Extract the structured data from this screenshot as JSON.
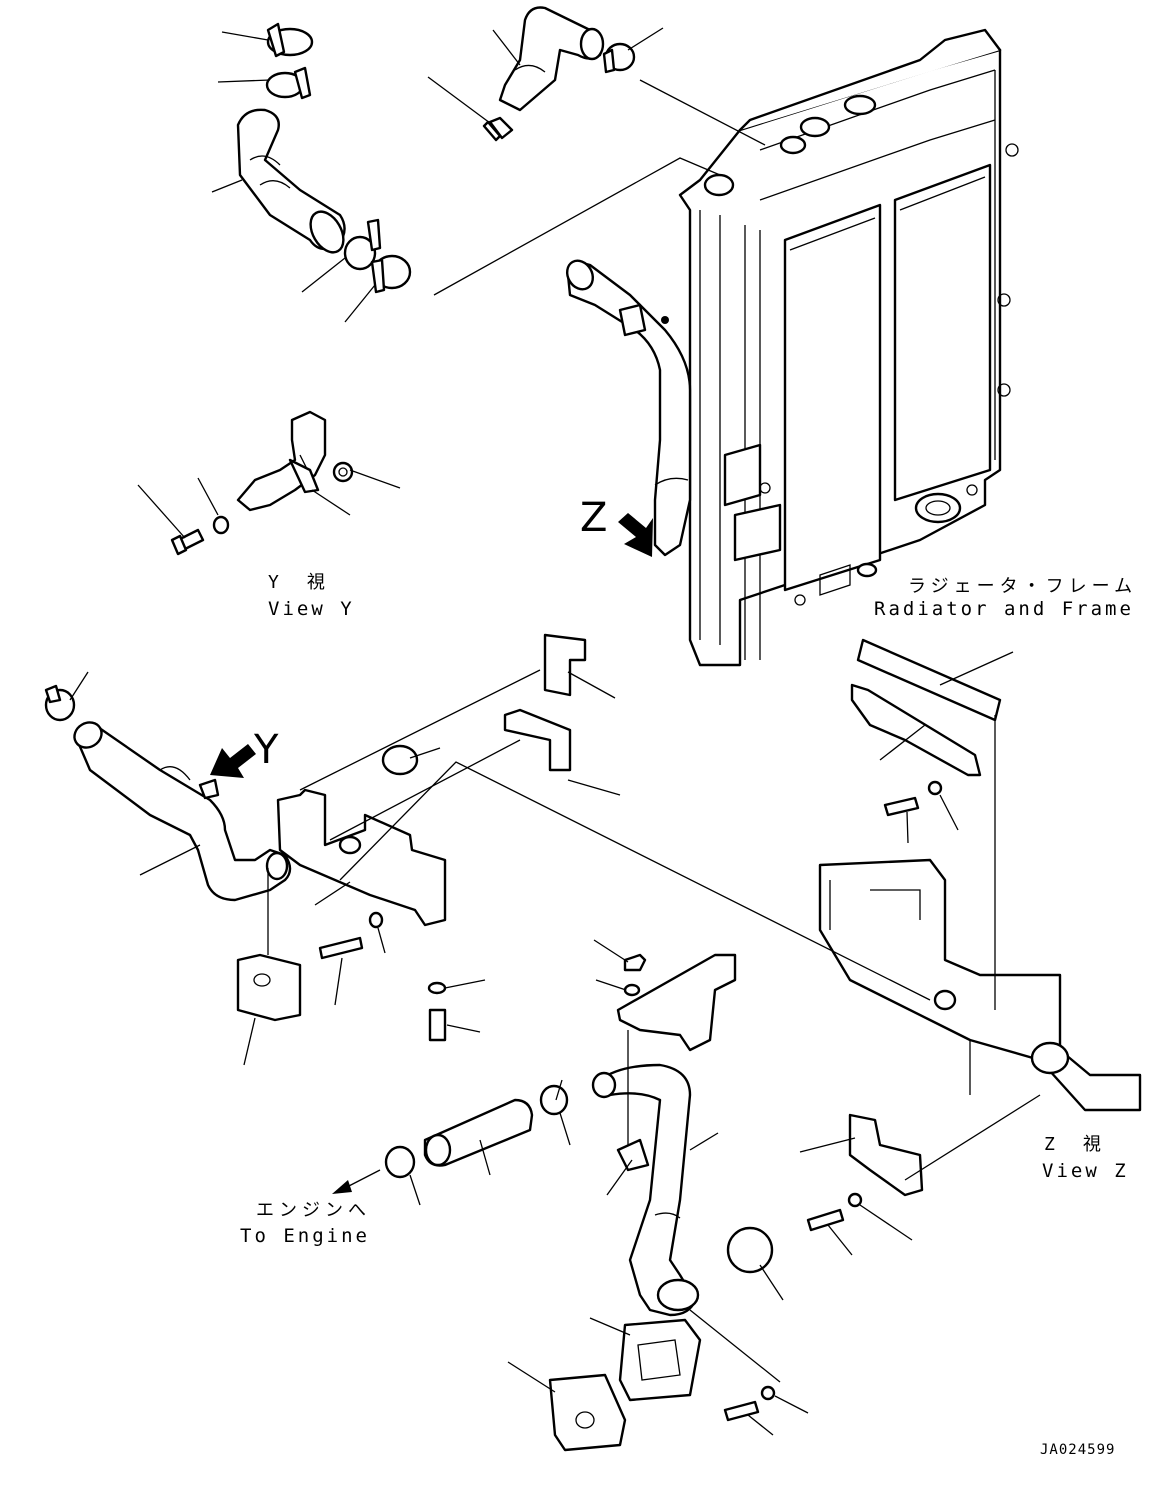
{
  "view_y": {
    "jp": "Y　視",
    "en": "View Y"
  },
  "view_z": {
    "jp": "Z　視",
    "en": "View Z"
  },
  "radiator_frame": {
    "jp": "ラジェータ・フレーム",
    "en": "Radiator and Frame"
  },
  "to_engine": {
    "jp": "エンジンへ",
    "en": "To Engine"
  },
  "arrow_y": "Y",
  "arrow_z": "Z",
  "drawing_code": "JA024599"
}
